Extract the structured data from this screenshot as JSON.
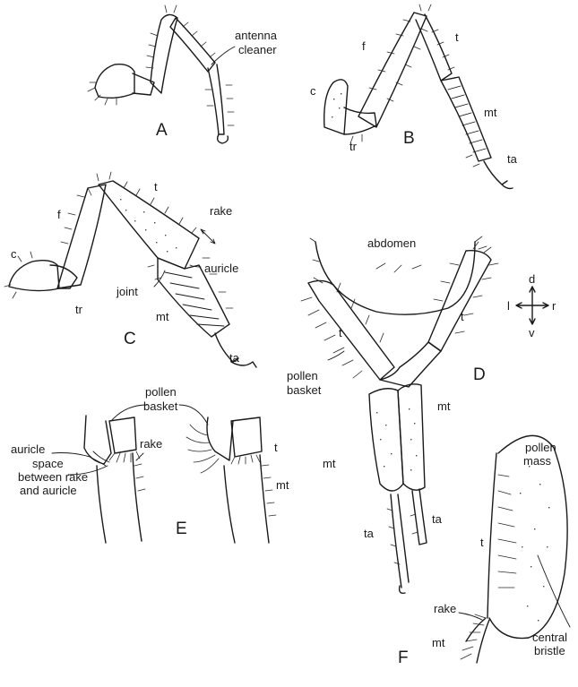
{
  "panels": {
    "A": {
      "letter": "A",
      "antenna_cleaner": [
        "antenna",
        "cleaner"
      ]
    },
    "B": {
      "letter": "B",
      "c": "c",
      "f": "f",
      "t": "t",
      "tr": "tr",
      "mt": "mt",
      "ta": "ta"
    },
    "C": {
      "letter": "C",
      "c": "c",
      "f": "f",
      "t": "t",
      "tr": "tr",
      "rake": "rake",
      "auricle": "auricle",
      "joint": "joint",
      "mt": "mt",
      "ta": "ta"
    },
    "D": {
      "letter": "D",
      "abdomen": "abdomen",
      "t_left": "t",
      "t_right": "t",
      "pollen_basket": [
        "pollen",
        "basket"
      ],
      "mt_left": "mt",
      "mt_right": "mt",
      "ta_left": "ta",
      "ta_right": "ta"
    },
    "compass": {
      "d": "d",
      "v": "v",
      "l": "l",
      "r": "r"
    },
    "E": {
      "letter": "E",
      "pollen_basket": [
        "pollen",
        "basket"
      ],
      "auricle": "auricle",
      "rake": "rake",
      "space": [
        "space",
        "between rake",
        "and auricle"
      ],
      "t": "t",
      "mt": "mt"
    },
    "F": {
      "letter": "F",
      "pollen_mass": [
        "pollen",
        "mass"
      ],
      "t": "t",
      "rake": "rake",
      "mt": "mt",
      "central_bristle": [
        "central",
        "bristle"
      ]
    }
  }
}
